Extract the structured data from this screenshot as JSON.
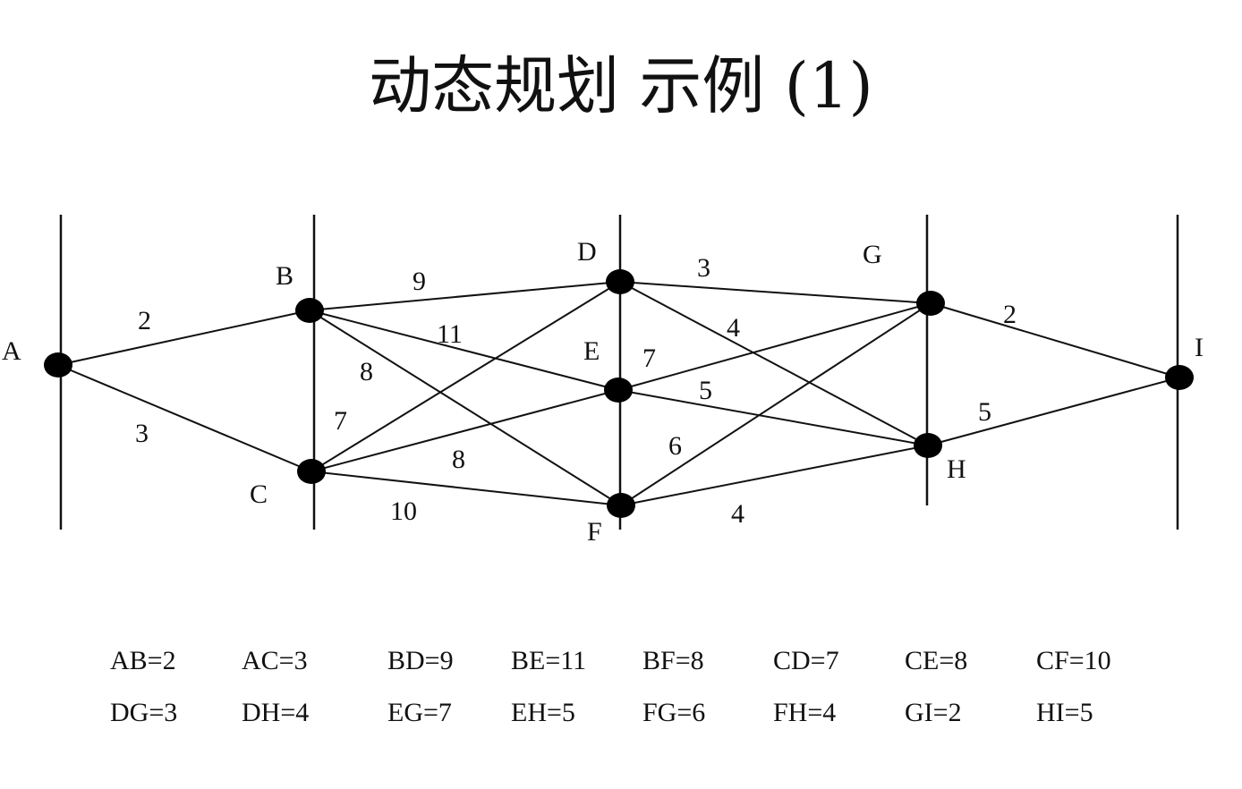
{
  "title": "动态规划 示例 (1)",
  "nodes": [
    "A",
    "B",
    "C",
    "D",
    "E",
    "F",
    "G",
    "H",
    "I"
  ],
  "edges": [
    {
      "from": "A",
      "to": "B",
      "weight": "2"
    },
    {
      "from": "A",
      "to": "C",
      "weight": "3"
    },
    {
      "from": "B",
      "to": "D",
      "weight": "9"
    },
    {
      "from": "B",
      "to": "E",
      "weight": "11"
    },
    {
      "from": "B",
      "to": "F",
      "weight": "8"
    },
    {
      "from": "C",
      "to": "D",
      "weight": "7"
    },
    {
      "from": "C",
      "to": "E",
      "weight": "8"
    },
    {
      "from": "C",
      "to": "F",
      "weight": "10"
    },
    {
      "from": "D",
      "to": "G",
      "weight": "3"
    },
    {
      "from": "D",
      "to": "H",
      "weight": "4"
    },
    {
      "from": "E",
      "to": "G",
      "weight": "7"
    },
    {
      "from": "E",
      "to": "H",
      "weight": "5"
    },
    {
      "from": "F",
      "to": "G",
      "weight": "6"
    },
    {
      "from": "F",
      "to": "H",
      "weight": "4"
    },
    {
      "from": "G",
      "to": "I",
      "weight": "2"
    },
    {
      "from": "H",
      "to": "I",
      "weight": "5"
    }
  ],
  "legend": [
    [
      "AB=2",
      "AC=3",
      "BD=9",
      "BE=11",
      "BF=8",
      "CD=7",
      "CE=8",
      "CF=10"
    ],
    [
      "DG=3",
      "DH=4",
      "EG=7",
      "EH=5",
      "FG=6",
      "FH=4",
      "GI=2",
      "HI=5"
    ]
  ]
}
